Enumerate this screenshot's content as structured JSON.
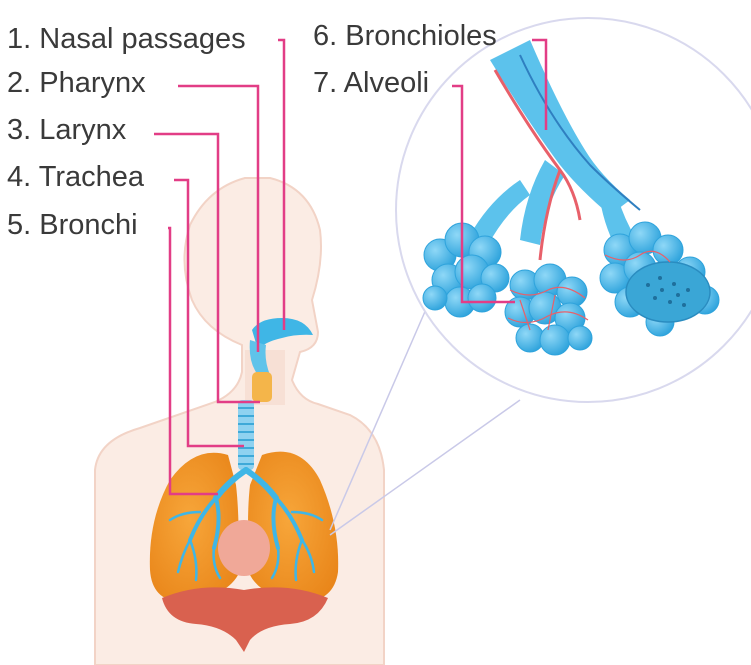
{
  "labels": [
    {
      "num": "1.",
      "text": "Nasal passages"
    },
    {
      "num": "2.",
      "text": "Pharynx"
    },
    {
      "num": "3.",
      "text": "Larynx"
    },
    {
      "num": "4.",
      "text": "Trachea"
    },
    {
      "num": "5.",
      "text": "Bronchi"
    },
    {
      "num": "6.",
      "text": "Bronchioles"
    },
    {
      "num": "7.",
      "text": "Alveoli"
    }
  ],
  "colors": {
    "leader": "#e23d86",
    "airway": "#3fb6e6",
    "lung": "#f3951f",
    "body": "#fbece4",
    "vessel": "#e8606a",
    "diaphragm": "#d9614f",
    "heart": "#f0a898"
  }
}
